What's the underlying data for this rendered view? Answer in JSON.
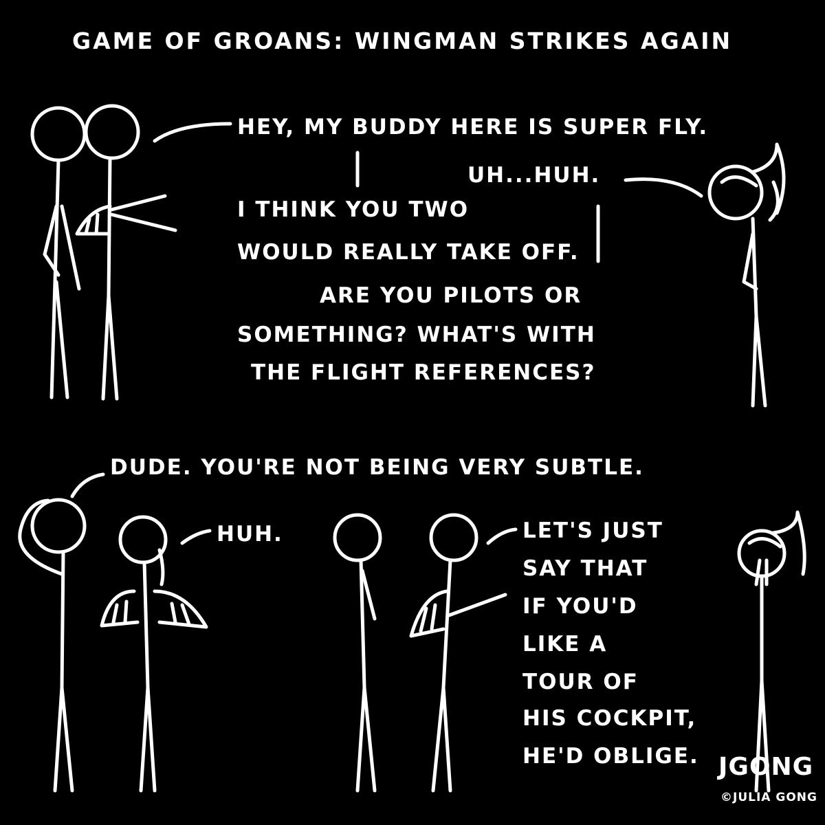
{
  "title": "GAME OF GROANS:  WINGMAN STRIKES AGAIN",
  "panel1": {
    "line1": "HEY, MY BUDDY HERE IS SUPER FLY.",
    "line2": "UH...HUH.",
    "line3a": "I THINK YOU TWO",
    "line3b": "WOULD REALLY TAKE OFF.",
    "line4a": "ARE YOU PILOTS OR",
    "line4b": "SOMETHING? WHAT'S WITH",
    "line4c": "THE FLIGHT REFERENCES?"
  },
  "panel2": {
    "line1": "DUDE. YOU'RE NOT BEING VERY SUBTLE.",
    "line2": "HUH.",
    "line3": [
      "LET'S JUST",
      "SAY THAT",
      "IF YOU'D",
      "LIKE  A",
      "TOUR OF",
      "HIS COCKPIT,",
      "HE'D OBLIGE."
    ]
  },
  "signature": "JGONG",
  "copyright": "©JULIA GONG"
}
